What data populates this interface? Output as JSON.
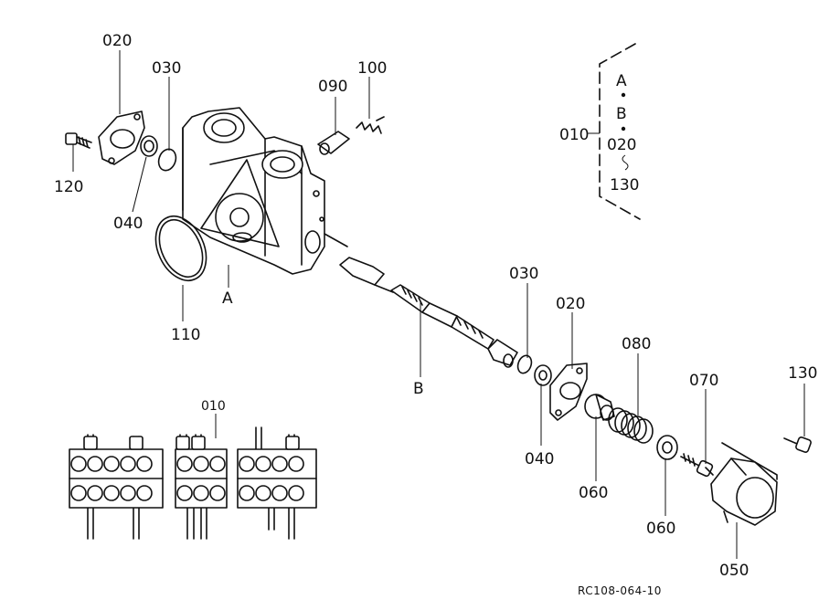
{
  "labels": {
    "p020_top": "020",
    "p030_top": "030",
    "p090": "090",
    "p100": "100",
    "p120": "120",
    "p040_left": "040",
    "p110": "110",
    "pA": "A",
    "pB": "B",
    "p030_mid": "030",
    "p020_mid": "020",
    "p080": "080",
    "p070": "070",
    "p130": "130",
    "p040_mid": "040",
    "p060_a": "060",
    "p060_b": "060",
    "p050": "050",
    "p010_inset": "010"
  },
  "legend": {
    "main": "010",
    "line1": "A",
    "line2": "B",
    "line3": "020",
    "line4": "130"
  },
  "reference_code": "RC108-064-10"
}
